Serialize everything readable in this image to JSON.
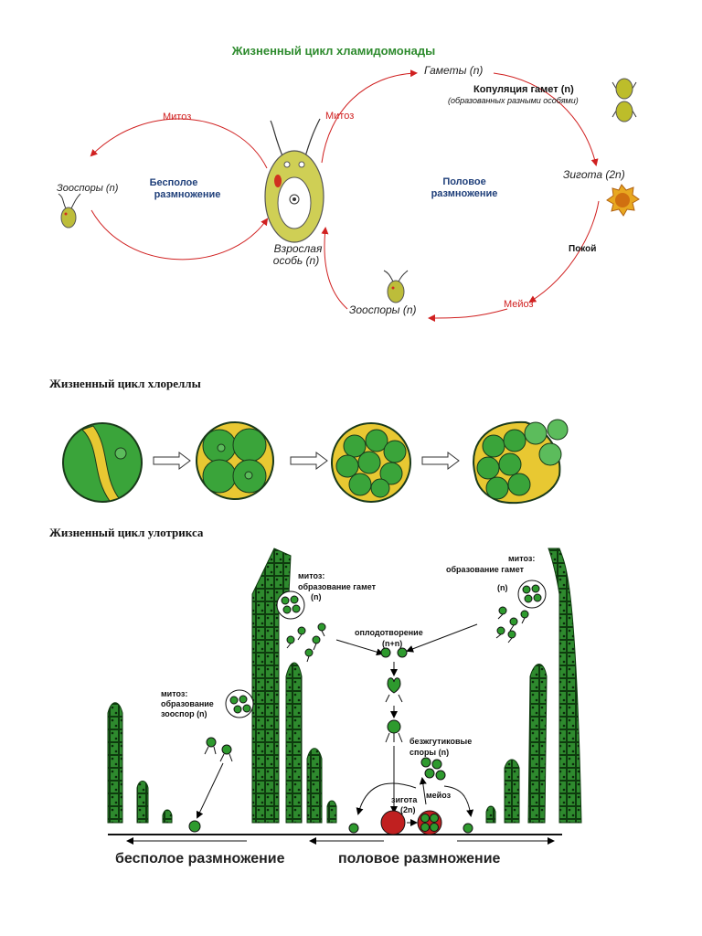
{
  "chlamydomonas": {
    "title": "Жизненный цикл хламидомонады",
    "mitosis_left": "Митоз",
    "zoospores_left": "Зооспоры (n)",
    "asexual_1": "Бесполое",
    "asexual_2": "размножение",
    "mitosis_right": "Митоз",
    "adult_1": "Взрослая",
    "adult_2": "особь (n)",
    "gametes": "Гаметы (n)",
    "copulation_1": "Копуляция гамет (n)",
    "copulation_2": "(образованных разными особями)",
    "sexual_1": "Половое",
    "sexual_2": "размножение",
    "zygote": "Зигота (2n)",
    "rest": "Покой",
    "meiosis": "Мейоз",
    "zoospores_bottom": "Зооспоры (n)"
  },
  "chlorella": {
    "title": "Жизненный цикл хлореллы"
  },
  "ulothrix": {
    "title": "Жизненный цикл улотрикса",
    "mitosis_gametes_left_1": "митоз:",
    "mitosis_gametes_left_2": "образование гамет",
    "n_left": "(n)",
    "mitosis_gametes_right_1": "митоз:",
    "mitosis_gametes_right_2": "образование гамет",
    "n_right": "(n)",
    "fertilization_1": "оплодотворение",
    "fertilization_2": "(n+n)",
    "mitosis_zoospores_1": "митоз:",
    "mitosis_zoospores_2": "образование",
    "mitosis_zoospores_3": "зооспор (n)",
    "spores_1": "безжгутиковые",
    "spores_2": "споры (n)",
    "zygote_1": "зигота",
    "zygote_2": "(2n)",
    "meiosis": "мейоз",
    "asexual": "бесполое размножение",
    "sexual": "половое размножение"
  },
  "colors": {
    "title_green": "#2e8b2e",
    "label_blue": "#1f3f7a",
    "arrow_red": "#d02020",
    "cell_yellow": "#c8c84a",
    "chlorella_green": "#3aa43a",
    "chlorella_yellow": "#e8c832",
    "ulothrix_dark": "#1e5a1e",
    "ulothrix_green": "#2e9a2e",
    "zygote_red": "#c02020"
  }
}
